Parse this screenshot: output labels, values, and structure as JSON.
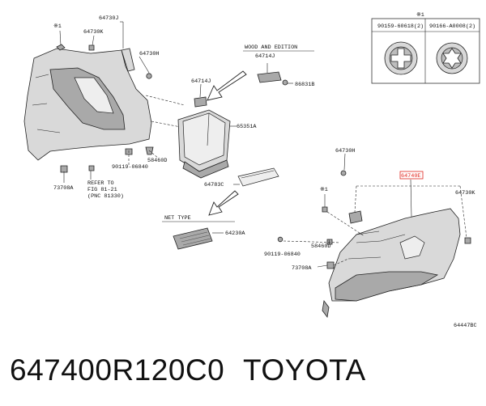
{
  "fastener_table": {
    "star_note": "※1",
    "col1_part": "90159-60618(2)",
    "col2_part": "90166-A0008(2)"
  },
  "variants": {
    "wood_edition": "WOOD AND EDITION",
    "net_type": "NET TYPE"
  },
  "refer_note": {
    "line1": "REFER TO",
    "line2": "FIG 81-21",
    "line3": "(PNC 81330)"
  },
  "labels": {
    "p64730J": "64730J",
    "p64730K_left": "64730K",
    "p64730H_left": "64730H",
    "star_left": "※1",
    "p64714J_wood": "64714J",
    "p64714J": "64714J",
    "p86831B": "86831B",
    "p65351A": "65351A",
    "p58460D_left": "58460D",
    "p90119_left": "90119-06840",
    "p73708A_left": "73708A",
    "p64783C": "64783C",
    "p64230A": "64230A",
    "p64730H_right": "64730H",
    "p64740": "64740E",
    "p64730K_right": "64730K",
    "star_right": "※1",
    "p58460D_right": "58460D",
    "p90119_right": "90119-06840",
    "p73708A_right": "73708A"
  },
  "diagram_code": "64447BC",
  "caption": {
    "part_number": "647400R120C0",
    "brand": "TOYOTA"
  }
}
